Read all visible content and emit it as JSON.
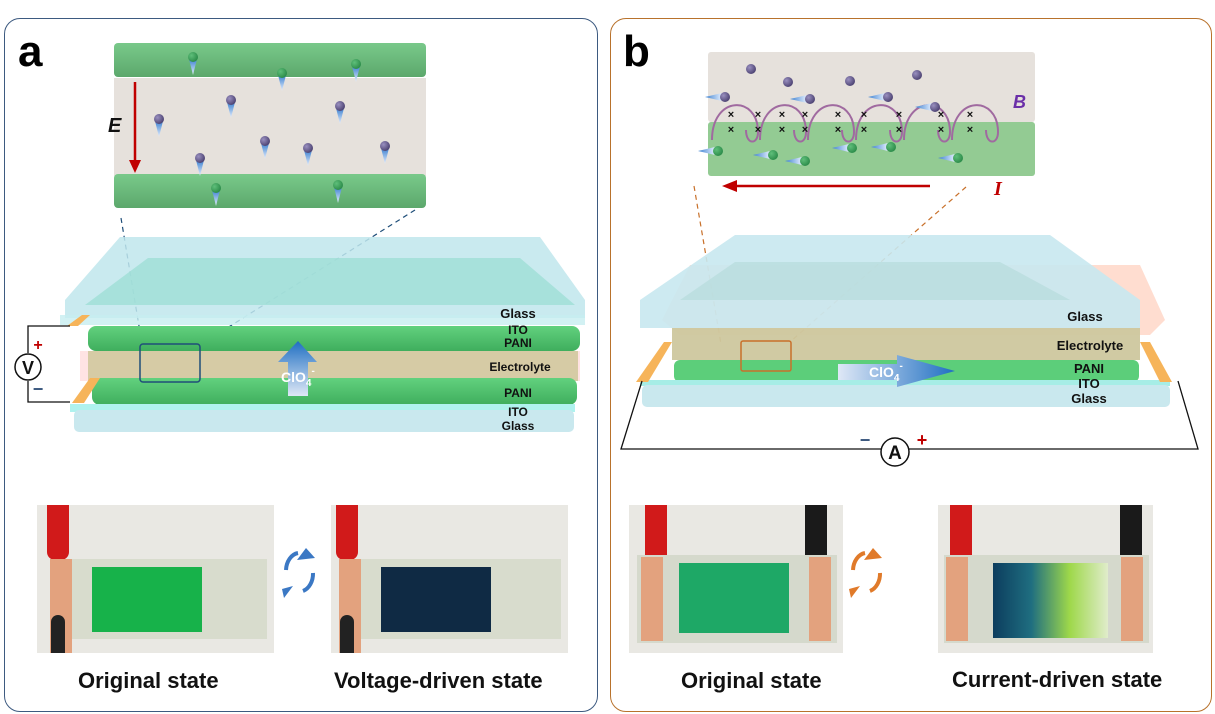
{
  "figure": {
    "panels": [
      {
        "id": "a",
        "letter": "a",
        "mode": "voltage",
        "border_color": "#3d5a80",
        "inset": {
          "field_label": "E",
          "field_color": "#c00000"
        },
        "stack_labels": [
          "Glass",
          "ITO",
          "PANI",
          "Electrolyte",
          "PANI",
          "ITO",
          "Glass"
        ],
        "ion_label": "ClO",
        "ion_subscript": "4",
        "ion_charge": "-",
        "ion_direction": "up",
        "meter": {
          "symbol": "V",
          "plus": "+",
          "minus": "−"
        },
        "photos": [
          {
            "caption": "Original state",
            "film_color": "#17b24a"
          },
          {
            "caption": "Voltage-driven state",
            "film_color": "#0f2a44"
          }
        ],
        "cycle_icon_color": "#3b78c4"
      },
      {
        "id": "b",
        "letter": "b",
        "mode": "current",
        "border_color": "#b8722c",
        "inset": {
          "magnetic_label": "B",
          "magnetic_color": "#6b2fa8",
          "current_label": "I",
          "current_color": "#c00000"
        },
        "stack_labels": [
          "Glass",
          "Electrolyte",
          "PANI",
          "ITO",
          "Glass"
        ],
        "ion_label": "ClO",
        "ion_subscript": "4",
        "ion_charge": "-",
        "ion_direction": "right",
        "meter": {
          "symbol": "A",
          "plus": "+",
          "minus": "−"
        },
        "photos": [
          {
            "caption": "Original state",
            "film_color": "#1ea866"
          },
          {
            "caption": "Current-driven state",
            "film_gradient": [
              "#0c3d5e",
              "#1f6e80",
              "#9ed84a",
              "#e0eccb"
            ]
          }
        ],
        "cycle_icon_color": "#e07a2a"
      }
    ]
  }
}
